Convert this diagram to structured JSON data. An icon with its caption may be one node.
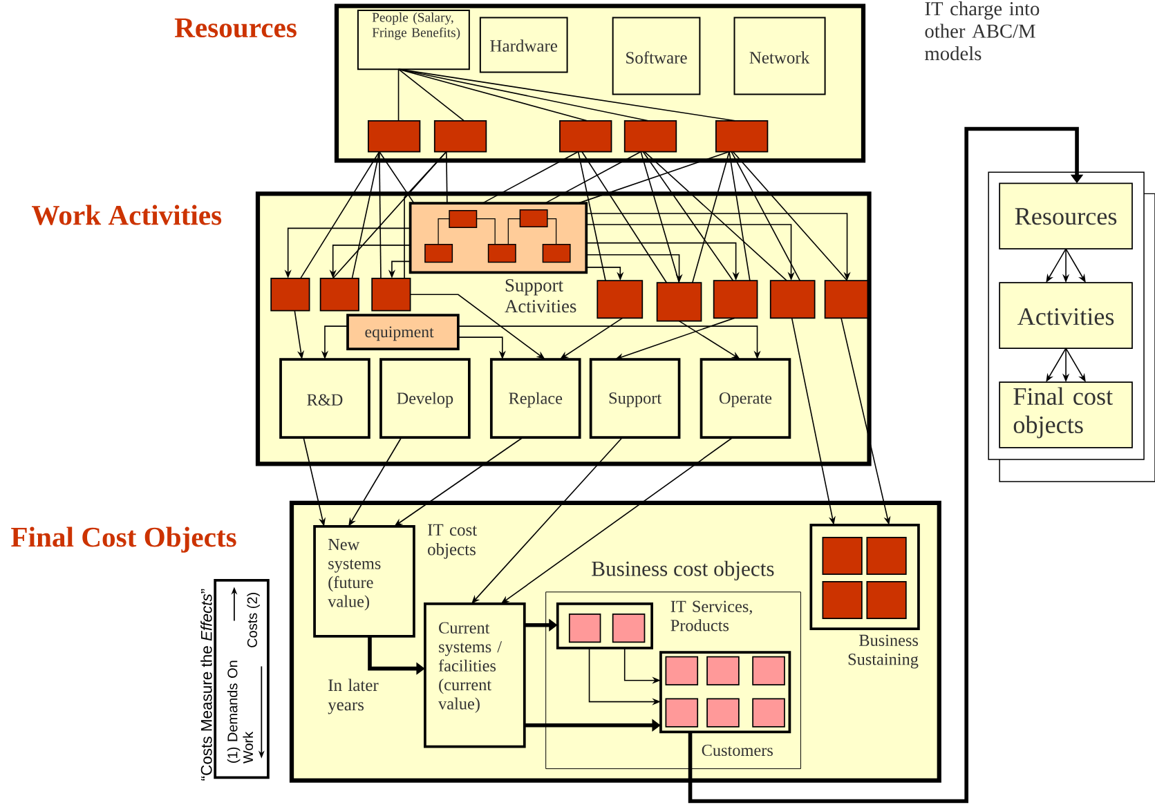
{
  "diagram": {
    "nodes": [
      {
        "text": [
          "Resources"
        ]
      },
      {
        "text": [
          "People (Salary, Fringe Benefits)"
        ],
        "in": 0
      },
      {
        "text": [
          "Hardware"
        ],
        "in": 0
      },
      {
        "text": [
          "Software"
        ],
        "in": 0
      },
      {
        "text": [
          "Network"
        ],
        "in": 0
      },
      {
        "text": [],
        "shape": "box",
        "in": 0
      },
      {
        "text": [],
        "shape": "box",
        "in": 0
      },
      {
        "text": [],
        "shape": "box",
        "in": 0
      },
      {
        "text": [],
        "shape": "box",
        "in": 0
      },
      {
        "text": [],
        "shape": "box",
        "in": 0
      },
      {
        "text": [
          "Work Activities"
        ]
      },
      {
        "text": [
          "Support Activities"
        ],
        "in": 10
      },
      {
        "text": [],
        "shape": "box",
        "in": 10
      },
      {
        "text": [],
        "shape": "box",
        "in": 10
      },
      {
        "text": [],
        "shape": "box",
        "in": 10
      },
      {
        "text": [],
        "shape": "box",
        "in": 10
      },
      {
        "text": [],
        "shape": "box",
        "in": 10
      },
      {
        "text": [],
        "shape": "box",
        "in": 10
      },
      {
        "text": [],
        "shape": "box",
        "in": 10
      },
      {
        "text": [],
        "shape": "box",
        "in": 10
      },
      {
        "text": [
          "equipment"
        ],
        "in": 10
      },
      {
        "text": [
          "R&D"
        ],
        "in": 10
      },
      {
        "text": [
          "Develop"
        ],
        "in": 10
      },
      {
        "text": [
          "Replace"
        ],
        "in": 10
      },
      {
        "text": [
          "Support"
        ],
        "in": 10
      },
      {
        "text": [
          "Operate"
        ],
        "in": 10
      },
      {
        "text": [
          "Final Cost Objects"
        ]
      },
      {
        "text": [
          "New systems (future value)"
        ],
        "in": 26
      },
      {
        "text": [
          "Current systems / facilities (current value)"
        ],
        "in": 26
      },
      {
        "text": [
          "Business cost objects"
        ],
        "in": 26
      },
      {
        "text": [
          "IT Services, Products"
        ],
        "in": 29
      },
      {
        "text": [
          "Customers"
        ],
        "in": 29
      },
      {
        "text": [
          "Business Sustaining"
        ],
        "in": 26
      },
      {
        "text": [],
        "shape": "box"
      },
      {
        "text": [
          "Resources"
        ],
        "in": 33
      },
      {
        "text": [
          "Activities"
        ],
        "in": 33
      },
      {
        "text": [
          "Final cost objects"
        ],
        "in": 33
      }
    ],
    "edges": [
      {
        "from": 1,
        "to": 5,
        "arrow": "none"
      },
      {
        "from": 1,
        "to": 6,
        "arrow": "none"
      },
      {
        "from": 1,
        "to": 7,
        "arrow": "none"
      },
      {
        "from": 1,
        "to": 8,
        "arrow": "none"
      },
      {
        "from": 1,
        "to": 9,
        "arrow": "none"
      },
      {
        "from": 5,
        "to": 12,
        "arrow": "none"
      },
      {
        "from": 5,
        "to": 13,
        "arrow": "none"
      },
      {
        "from": 5,
        "to": 14,
        "arrow": "none"
      },
      {
        "from": 5,
        "to": 11,
        "arrow": "none"
      },
      {
        "from": 6,
        "to": 13,
        "arrow": "none"
      },
      {
        "from": 6,
        "to": 14,
        "arrow": "none"
      },
      {
        "from": 6,
        "to": 11,
        "arrow": "none"
      },
      {
        "from": 7,
        "to": 11,
        "arrow": "none"
      },
      {
        "from": 7,
        "to": 15,
        "arrow": "none"
      },
      {
        "from": 7,
        "to": 16,
        "arrow": "none"
      },
      {
        "from": 8,
        "to": 11,
        "arrow": "none"
      },
      {
        "from": 8,
        "to": 16,
        "arrow": "none"
      },
      {
        "from": 8,
        "to": 17,
        "arrow": "none"
      },
      {
        "from": 8,
        "to": 18,
        "arrow": "none"
      },
      {
        "from": 9,
        "to": 11,
        "arrow": "none"
      },
      {
        "from": 9,
        "to": 16,
        "arrow": "none"
      },
      {
        "from": 9,
        "to": 17,
        "arrow": "none"
      },
      {
        "from": 9,
        "to": 18,
        "arrow": "none"
      },
      {
        "from": 9,
        "to": 19,
        "arrow": "none"
      },
      {
        "from": 11,
        "to": 12,
        "arrow": "to"
      },
      {
        "from": 11,
        "to": 13,
        "arrow": "to"
      },
      {
        "from": 11,
        "to": 14,
        "arrow": "to"
      },
      {
        "from": 11,
        "to": 15,
        "arrow": "to"
      },
      {
        "from": 11,
        "to": 16,
        "arrow": "to"
      },
      {
        "from": 11,
        "to": 17,
        "arrow": "to"
      },
      {
        "from": 11,
        "to": 18,
        "arrow": "to"
      },
      {
        "from": 11,
        "to": 19,
        "arrow": "to"
      },
      {
        "from": 12,
        "to": 21,
        "arrow": "to"
      },
      {
        "from": 14,
        "to": 23,
        "arrow": "to"
      },
      {
        "from": 15,
        "to": 23,
        "arrow": "to"
      },
      {
        "from": 16,
        "to": 25,
        "arrow": "to"
      },
      {
        "from": 17,
        "to": 24,
        "arrow": "to"
      },
      {
        "from": 20,
        "to": 21,
        "arrow": "to"
      },
      {
        "from": 20,
        "to": 23,
        "arrow": "to"
      },
      {
        "from": 20,
        "to": 25,
        "arrow": "to"
      },
      {
        "from": 18,
        "to": 32,
        "arrow": "to"
      },
      {
        "from": 19,
        "to": 32,
        "arrow": "to"
      },
      {
        "from": 21,
        "to": 27,
        "arrow": "to"
      },
      {
        "from": 22,
        "to": 27,
        "arrow": "to"
      },
      {
        "from": 23,
        "to": 27,
        "arrow": "to"
      },
      {
        "from": 24,
        "to": 28,
        "arrow": "to"
      },
      {
        "from": 25,
        "to": 28,
        "arrow": "to"
      },
      {
        "from": 27,
        "to": 28,
        "arrow": "to",
        "style": "thick"
      },
      {
        "from": 28,
        "to": 30,
        "arrow": "to",
        "style": "thick"
      },
      {
        "from": 28,
        "to": 31,
        "arrow": "to",
        "style": "thick"
      },
      {
        "from": 30,
        "to": 31,
        "arrow": "to"
      },
      {
        "from": 30,
        "to": 31,
        "arrow": "to"
      },
      {
        "from": 31,
        "to": 34,
        "arrow": "to",
        "style": "thick"
      },
      {
        "from": 34,
        "to": 35,
        "arrow": "to"
      },
      {
        "from": 34,
        "to": 35,
        "arrow": "to"
      },
      {
        "from": 34,
        "to": 35,
        "arrow": "to"
      },
      {
        "from": 35,
        "to": 36,
        "arrow": "to"
      },
      {
        "from": 35,
        "to": 36,
        "arrow": "to"
      },
      {
        "from": 35,
        "to": 36,
        "arrow": "to"
      }
    ],
    "labels": [
      "IT charge into other ABC/M models",
      "IT cost objects",
      "“Costs Measure the *Effects*”",
      "(1) Demands On Work",
      "Costs (2)",
      "In later years"
    ]
  }
}
